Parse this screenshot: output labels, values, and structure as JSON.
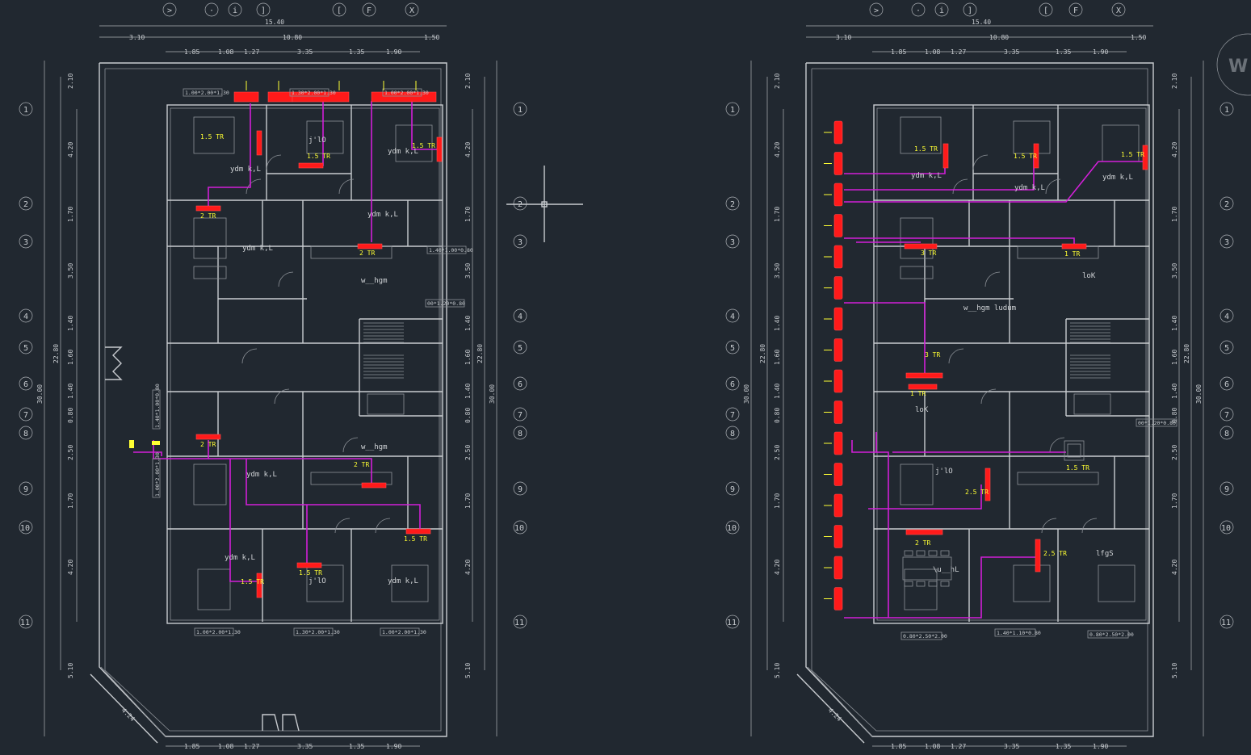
{
  "drawing": {
    "background": "#212830",
    "colors": {
      "walls": "#c9ccd0",
      "duct": "#d21fd8",
      "unit": "#ff1a1a",
      "capacity_text": "#ffff33",
      "dimension": "#aeb2b7"
    },
    "column_markers_top": [
      ">",
      "·",
      "i",
      "]",
      "[",
      "F",
      "X"
    ],
    "row_labels": [
      "1",
      "2",
      "3",
      "4",
      "5",
      "6",
      "7",
      "8",
      "9",
      "10",
      "11"
    ],
    "dims_top_total": "15.40",
    "dims_top_second": [
      "3.10",
      "10.80",
      "1.50"
    ],
    "dims_top_third": [
      "1.85",
      "1.08",
      "1.27",
      "3.35",
      "1.35",
      "1.90"
    ],
    "dims_bottom": [
      "1.85",
      "1.08",
      "1.27",
      "3.35",
      "1.35",
      "1.90"
    ],
    "dims_vertical": [
      "2.10",
      "4.20",
      "1.70",
      "3.50",
      "1.40",
      "1.60",
      "1.40",
      "0.80",
      "2.50",
      "1.70",
      "4.20",
      "5.10"
    ],
    "dim_total_height": "30.00",
    "dim_inner_height": "22.80",
    "dim_diagonal": "4.24",
    "left_plan": {
      "capacities": [
        "1.5 TR",
        "1.5 TR",
        "1.5 TR",
        "2 TR",
        "2 TR",
        "2 TR",
        "2 TR",
        "1.5 TR",
        "1.5 TR",
        "1.5 TR"
      ],
      "rooms": [
        "ydm k,L",
        "ydm k,L",
        "j'lO",
        "ydm k,L",
        "w__hgm",
        "ydm k,L",
        "j'lO",
        "ydm k,L",
        "w__hgm",
        "ydm k,L",
        "ydm k,L"
      ],
      "window_tags": [
        "1.00*2.00*1.30",
        "1.30*2.00*1.30",
        "1.00*2.00*1.30",
        "1.40*1.00*0.80",
        "00*1.20*0.80",
        "1.40*1.00*0.80",
        "1.00*2.00*1.30",
        "1.00*2.00*1.30",
        "1.30*2.00*1.30",
        "1.00*2.00*1.30"
      ]
    },
    "right_plan": {
      "capacities": [
        "1.5 TR",
        "1.5 TR",
        "1.5 TR",
        "3 TR",
        "1 TR",
        "3 TR",
        "1 TR",
        "1.5 TR",
        "2.5 TR",
        "2 TR",
        "2.5 TR"
      ],
      "rooms": [
        "ydm k,L",
        "ydm k,L",
        "ydm k,L",
        "loK",
        "w__hgm ludum",
        "loK",
        "j'lO",
        "\\u__hL",
        "lfgS"
      ],
      "window_tags": [
        "0.80*2.50*2.00",
        "1.40*1.10*0.80",
        "0.80*2.50*2.00",
        "00*1.20*0.80"
      ]
    },
    "watermark_letter": "W"
  }
}
